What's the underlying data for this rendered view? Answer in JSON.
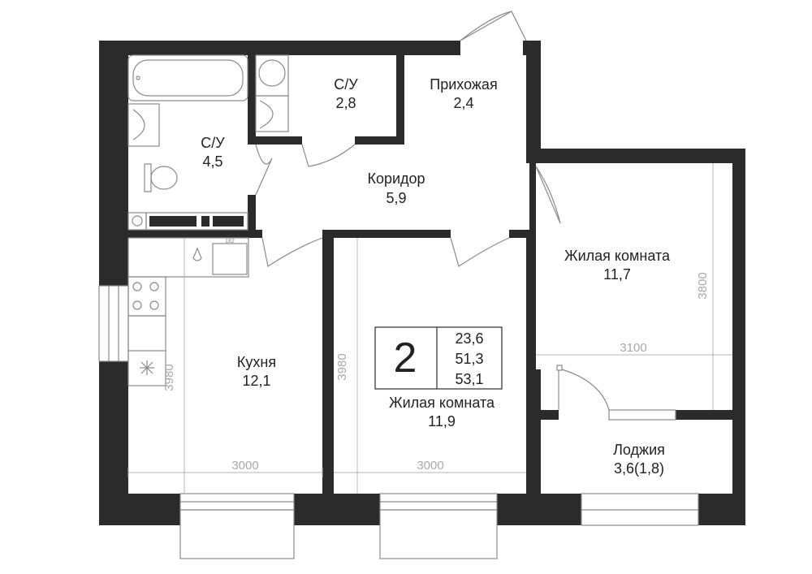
{
  "rooms": {
    "bath_small": {
      "name": "С/У",
      "area": "2,8"
    },
    "hallway": {
      "name": "Прихожая",
      "area": "2,4"
    },
    "bath_large": {
      "name": "С/У",
      "area": "4,5"
    },
    "corridor": {
      "name": "Коридор",
      "area": "5,9"
    },
    "kitchen": {
      "name": "Кухня",
      "area": "12,1"
    },
    "living_center": {
      "name": "Жилая комната",
      "area": "11,9"
    },
    "living_right": {
      "name": "Жилая комната",
      "area": "11,7"
    },
    "loggia": {
      "name": "Лоджия",
      "area": "3,6(1,8)"
    }
  },
  "summary": {
    "rooms_count": "2",
    "living_area": "23,6",
    "total_area": "51,3",
    "total_area_with_loggia": "53,1"
  },
  "dimensions": {
    "kitchen_width": "3000",
    "kitchen_length": "3980",
    "center_room_width": "3000",
    "center_room_length": "3980",
    "right_room_width": "3100",
    "right_room_length": "3800"
  },
  "fixture_labels": {
    "sink_mark": "182"
  },
  "colors": {
    "wall": "#2b2b2b",
    "fixture": "#8a8a8a",
    "dimension": "#b5b5b5"
  }
}
